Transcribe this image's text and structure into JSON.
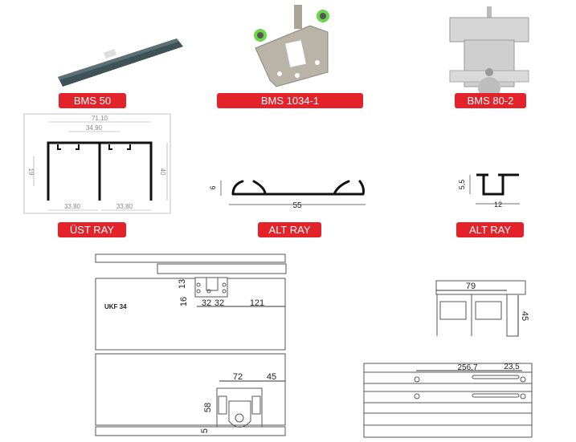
{
  "colors": {
    "label_bg": "#e3222a",
    "label_text": "#ffffff"
  },
  "products": [
    {
      "label": "BMS 50",
      "icon": "soft-close-damper-image"
    },
    {
      "label": "BMS 1034-1",
      "icon": "roller-bracket-image"
    },
    {
      "label": "BMS 80-2",
      "icon": "bottom-roller-image"
    }
  ],
  "profiles": [
    {
      "label": "ÜST RAY",
      "dims": {
        "total": "71,10",
        "inner": "34,90",
        "height": "40",
        "left_h": "19",
        "left_w": "33,80",
        "right_w": "33,80"
      }
    },
    {
      "label": "ALT RAY",
      "dims": {
        "height": "6",
        "width": "55"
      }
    },
    {
      "label": "ALT RAY",
      "dims": {
        "height": "5,5",
        "width": "12"
      }
    }
  ],
  "installation": {
    "top_view": {
      "model": "UKF 34",
      "d13": "13",
      "d16": "16",
      "d32a": "32",
      "d32b": "32",
      "d121": "121"
    },
    "bottom_view": {
      "d72": "72",
      "d45": "45",
      "d58": "58",
      "d5": "5"
    },
    "side_view": {
      "d79": "79",
      "d45": "45"
    },
    "rail_view": {
      "d256": "256,7",
      "d23": "23,5"
    }
  }
}
